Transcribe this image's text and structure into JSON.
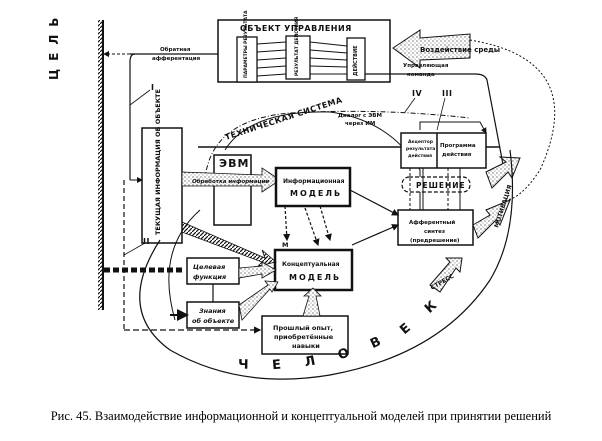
{
  "diagram": {
    "goal_label": "ЦЕЛЬ",
    "control_object": {
      "title": "ОБЪЕКТ УПРАВЛЕНИЯ",
      "sub_params": "ПАРАМЕТРЫ РЕЗУЛЬТАТА",
      "sub_result": "РЕЗУЛЬТАТ ДЕЙСТВИЯ",
      "sub_action": "ДЕЙСТВИЕ"
    },
    "feedback_label_1": "Обратная",
    "feedback_label_2": "афферентация",
    "environment_label": "Воздействие среды",
    "command_label_1": "Управляющая",
    "command_label_2": "команда",
    "roman_1": "I",
    "roman_2": "II",
    "roman_4": "IV",
    "roman_3": "III",
    "tech_system_label": "ТЕХНИЧЕСКАЯ СИСТЕМА",
    "dialog_label_1": "Диалог с ЭВМ",
    "dialog_label_2": "через ИМ",
    "current_info": "ТЕКУЩАЯ ИНФОРМАЦИЯ ОБ ОБЪЕКТЕ",
    "computer": "ЭВМ",
    "processing": "Обработка информации",
    "info_model_1": "Информационная",
    "info_model_2": "МОДЕЛЬ",
    "concept_model_1": "Концептуальная",
    "concept_model_2": "МОДЕЛЬ",
    "goal_function_1": "Целевая",
    "goal_function_2": "функция",
    "object_knowledge_1": "Знания",
    "object_knowledge_2": "об объекте",
    "experience_1": "Прошлый опыт,",
    "experience_2": "приобретённые",
    "experience_3": "навыки",
    "acceptor_1": "Акцептор",
    "acceptor_2": "результата",
    "acceptor_3": "действия",
    "program_1": "Программа",
    "program_2": "действия",
    "decision": "РЕШЕНИЕ",
    "synthesis_1": "Афферентный",
    "synthesis_2": "синтез",
    "synthesis_3": "(предрешение)",
    "motivation_label": "МОТИВАЦИЯ",
    "stress_label": "СТРЕСС",
    "m_label": "М",
    "human_label": "ЧЕЛОВЕК"
  },
  "caption": "Рис. 45. Взаимодействие информационной и концептуальной моделей при принятии решений"
}
